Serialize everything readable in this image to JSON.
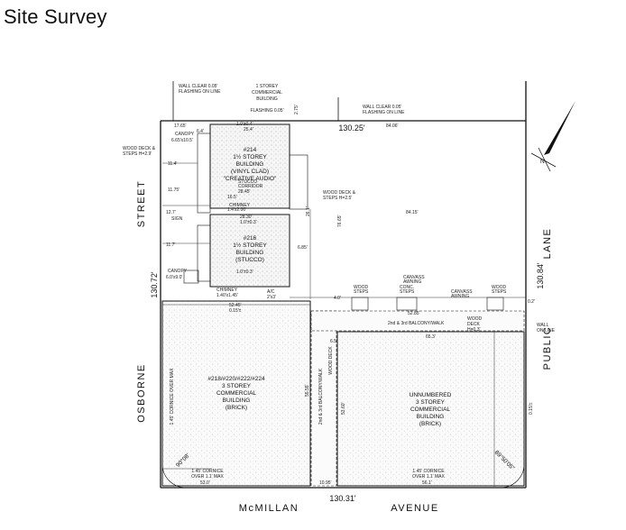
{
  "title": "Site Survey",
  "streets": {
    "north_building": [
      "1 STOREY",
      "COMMERCIAL",
      "BUILDING"
    ],
    "west_street": "OSBORNE",
    "west_street_suffix": "STREET",
    "south_street": "McMILLAN",
    "south_street_suffix": "AVENUE",
    "east_lane_prefix": "PUBLIC",
    "east_lane": "LANE"
  },
  "dimensions": {
    "north": "130.25'",
    "south": "130.31'",
    "west": "130.72'",
    "east": "130.84'"
  },
  "buildings": [
    {
      "id": "b214",
      "lines": [
        "#214",
        "1½ STOREY",
        "BUILDING",
        "(VINYL CLAD)",
        "\"CREATIVE AUDIO\""
      ]
    },
    {
      "id": "b216",
      "lines": [
        "#216",
        "1½ STOREY",
        "BUILDING",
        "(STUCCO)"
      ]
    },
    {
      "id": "b218",
      "lines": [
        "#218/#220/#222/#224",
        "3 STOREY",
        "COMMERCIAL",
        "BUILDING",
        "(BRICK)"
      ]
    },
    {
      "id": "bunnumbered",
      "lines": [
        "UNNUMBERED",
        "3 STOREY",
        "COMMERCIAL",
        "BUILDING",
        "(BRICK)"
      ]
    }
  ],
  "notes": {
    "wall_clear_nw": [
      "WALL CLEAR 0.05'",
      "FLASHING ON LINE"
    ],
    "flashing_north": "FLASHING 0.05'",
    "wall_clear_ne": [
      "WALL CLEAR 0.05'",
      "FLASHING ON LINE"
    ],
    "wood_deck_west": [
      "WOOD DECK &",
      "STEPS H=2.9'"
    ],
    "wood_deck_mid": [
      "WOOD DECK &",
      "STEPS H=2.5'"
    ],
    "canopy_1": "CANOPY",
    "canopy_2": "CANOPY",
    "stucco_corridor": [
      "STUCCO",
      "CORRIDOR"
    ],
    "chimney_1": "CHIMNEY",
    "chimney_2": "CHIMNEY",
    "sign": "SIGN",
    "ac": "A/C",
    "canvass_awning_1": [
      "CANVASS",
      "AWNING"
    ],
    "canvass_awning_2": [
      "CANVASS",
      "AWNING"
    ],
    "conc_steps": [
      "CONC.",
      "STEPS"
    ],
    "wood_steps_1": [
      "WOOD",
      "STEPS"
    ],
    "wood_steps_2": [
      "WOOD",
      "STEPS"
    ],
    "balcony_walk": "2nd & 3rd BALCONY/WALK",
    "balcony_walk_vertical": "2nd & 3rd BALCONY/WALK",
    "wood_deck_vertical": "WOOD DECK",
    "wood_deck_h": [
      "WOOD",
      "DECK",
      "H=0.3'"
    ],
    "wall_on_line": [
      "WALL",
      "ON LINE"
    ],
    "cornice_sw": [
      "1.45' CORNICE",
      "OVER 1.1' MAX"
    ],
    "cornice_se": [
      "1.45' CORNICE",
      "OVER 1.1' MAX"
    ],
    "cornice_west": "1.45' CORNICE OVER MAX",
    "angle_sw": "90°08'",
    "angle_se": "89°50'05\""
  },
  "measures": {
    "m1": "17.65'",
    "m2": "6.4'",
    "m3": "1.0'±0.4'",
    "m4": "25.4'",
    "m5": "84.06'",
    "m6": "2.75'",
    "m7": "6.65'x10.5'",
    "m8": "11.4'",
    "m9": "11.75'",
    "m10": "16.5'",
    "m11": "1.4'x2.00'",
    "m12": "1.0'±0.3'",
    "m13": "28.30'",
    "m14": "12.7'",
    "m15": "11.7'",
    "m16": "6.0'x9.0'",
    "m17": "1.40'x1.45'",
    "m18": "52.45'",
    "m19": "0.15'±",
    "m20": "84.15'",
    "m21": "76.65'",
    "m22": "52.85'",
    "m23": "65.3'",
    "m24": "55.55'",
    "m25": "53.60'",
    "m26": "53.0'",
    "m27": "10.95'",
    "m28": "56.1'",
    "m29": "1.0'±0.3'",
    "m30": "28.45'",
    "m31": "6.85'",
    "m32": "26.1'",
    "m33": "2'x3'",
    "m34": "0.2'",
    "m35": "6.5'",
    "m36": "4.0'",
    "m37": "0.15'±"
  },
  "compass": "N"
}
